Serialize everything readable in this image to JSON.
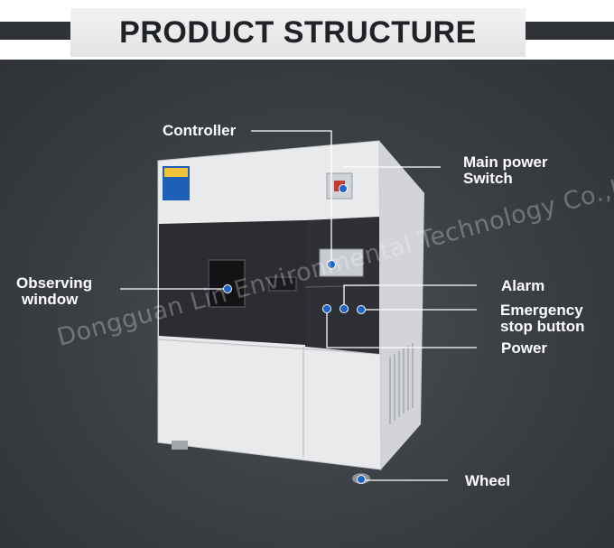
{
  "header": {
    "title": "PRODUCT STRUCTURE"
  },
  "labels": {
    "controller": "Controller",
    "main_power_line1": "Main power",
    "main_power_line2": "Switch",
    "observing_line1": "Observing",
    "observing_line2": "window",
    "alarm": "Alarm",
    "emergency_line1": "Emergency",
    "emergency_line2": "stop button",
    "power": "Power",
    "wheel": "Wheel"
  },
  "watermark": "Dongguan Lin Environmental Technology Co.,Ltd.",
  "colors": {
    "background": "#3b3f44",
    "marker": "#1e63c8",
    "cabinet": "#e9eaec",
    "door": "#2b2d31"
  }
}
